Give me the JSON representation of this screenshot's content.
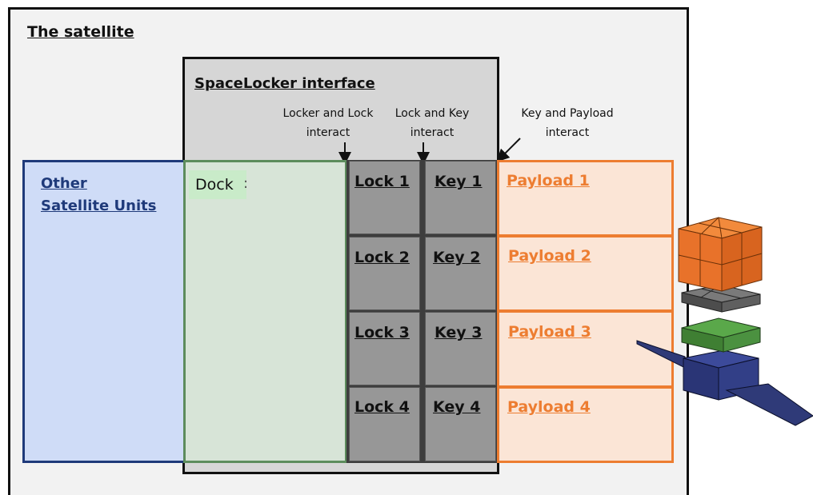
{
  "satellite": {
    "title": "The satellite"
  },
  "interface": {
    "title": "SpaceLocker interface",
    "note_locker_lock": [
      "Locker and Lock",
      "interact"
    ],
    "note_lock_key": [
      "Lock and Key",
      "interact"
    ],
    "note_key_payload": [
      "Key and Payload",
      "interact"
    ]
  },
  "other_units": {
    "line1": "Other",
    "line2": "Satellite Units"
  },
  "dock": {
    "label": "Dock",
    "suffix": ":"
  },
  "locks": [
    "Lock 1",
    "Lock 2",
    "Lock 3",
    "Lock 4"
  ],
  "keys": [
    "Key 1",
    "Key 2",
    "Key 3",
    "Key 4"
  ],
  "payloads": [
    "Payload 1",
    "Payload 2",
    "Payload 3",
    "Payload 4"
  ],
  "colors": {
    "other_units": "#1f3a7a",
    "dock": "#5c8c5c",
    "payload": "#ed7d31",
    "lock_key_cells": "#979797"
  }
}
